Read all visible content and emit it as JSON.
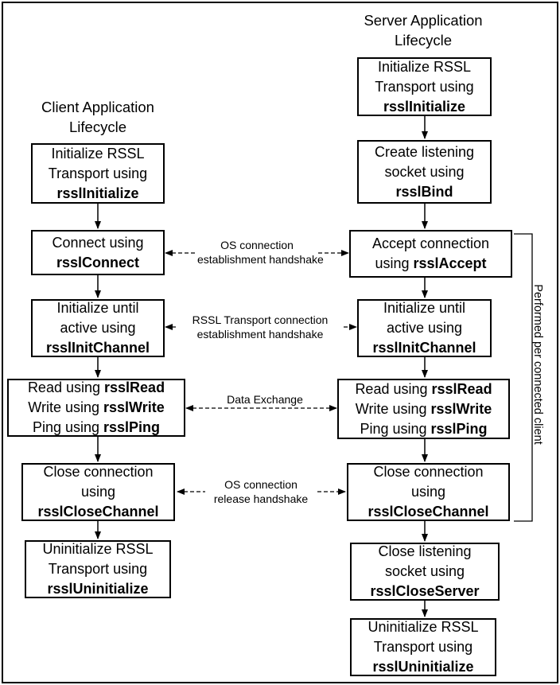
{
  "client": {
    "title": [
      "Client Application",
      "Lifecycle"
    ],
    "steps": [
      {
        "id": "c1",
        "lines": [
          [
            "Initialize RSSL",
            ""
          ],
          [
            "Transport using",
            ""
          ],
          [
            "",
            "rsslInitialize"
          ]
        ]
      },
      {
        "id": "c2",
        "lines": [
          [
            "Connect using",
            ""
          ],
          [
            "",
            "rsslConnect"
          ]
        ]
      },
      {
        "id": "c3",
        "lines": [
          [
            "Initialize until",
            ""
          ],
          [
            "active using",
            ""
          ],
          [
            "",
            "rsslInitChannel"
          ]
        ]
      },
      {
        "id": "c4",
        "lines": [
          [
            "Read using ",
            "rsslRead"
          ],
          [
            "Write using ",
            "rsslWrite"
          ],
          [
            "Ping using ",
            "rsslPing"
          ]
        ]
      },
      {
        "id": "c5",
        "lines": [
          [
            "Close connection",
            ""
          ],
          [
            "using",
            ""
          ],
          [
            "",
            "rsslCloseChannel"
          ]
        ]
      },
      {
        "id": "c6",
        "lines": [
          [
            "Uninitialize RSSL",
            ""
          ],
          [
            "Transport using",
            ""
          ],
          [
            "",
            "rsslUninitialize"
          ]
        ]
      }
    ]
  },
  "server": {
    "title": [
      "Server Application",
      "Lifecycle"
    ],
    "steps": [
      {
        "id": "s1",
        "lines": [
          [
            "Initialize RSSL",
            ""
          ],
          [
            "Transport using",
            ""
          ],
          [
            "",
            "rsslInitialize"
          ]
        ]
      },
      {
        "id": "s2",
        "lines": [
          [
            "Create listening",
            ""
          ],
          [
            "socket using",
            ""
          ],
          [
            "",
            "rsslBind"
          ]
        ]
      },
      {
        "id": "s3",
        "lines": [
          [
            "Accept connection",
            ""
          ],
          [
            "using ",
            "rsslAccept"
          ]
        ]
      },
      {
        "id": "s4",
        "lines": [
          [
            "Initialize until",
            ""
          ],
          [
            "active using",
            ""
          ],
          [
            "",
            "rsslInitChannel"
          ]
        ]
      },
      {
        "id": "s5",
        "lines": [
          [
            "Read using ",
            "rsslRead"
          ],
          [
            "Write using ",
            "rsslWrite"
          ],
          [
            "Ping using ",
            "rsslPing"
          ]
        ]
      },
      {
        "id": "s6",
        "lines": [
          [
            "Close connection",
            ""
          ],
          [
            "using",
            ""
          ],
          [
            "",
            "rsslCloseChannel"
          ]
        ]
      },
      {
        "id": "s7",
        "lines": [
          [
            "Close listening",
            ""
          ],
          [
            "socket using",
            ""
          ],
          [
            "",
            "rsslCloseServer"
          ]
        ]
      },
      {
        "id": "s8",
        "lines": [
          [
            "Uninitialize RSSL",
            ""
          ],
          [
            "Transport using",
            ""
          ],
          [
            "",
            "rsslUninitialize"
          ]
        ]
      }
    ]
  },
  "exchanges": [
    {
      "id": "x1",
      "lines": [
        "OS connection",
        "establishment handshake"
      ]
    },
    {
      "id": "x2",
      "lines": [
        "RSSL Transport connection",
        "establishment handshake"
      ]
    },
    {
      "id": "x3",
      "lines": [
        "Data Exchange"
      ]
    },
    {
      "id": "x4",
      "lines": [
        "OS connection",
        "release handshake"
      ]
    }
  ],
  "bracket_label": "Performed per connected client"
}
